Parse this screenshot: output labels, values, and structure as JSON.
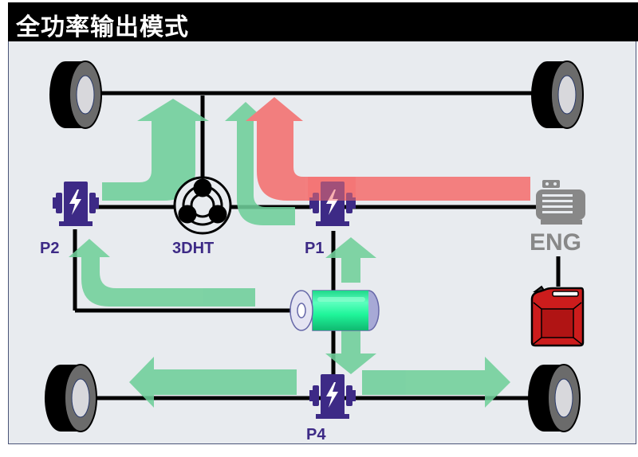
{
  "title": "全功率输出模式",
  "colors": {
    "title_bg": "#000000",
    "panel_bg": "#e8ebef",
    "electric_flow": "#6fcf9a",
    "engine_flow": "#f46f6f",
    "motor": "#3d2a86",
    "engine": "#888888",
    "fuel_can": "#cc1c1c",
    "battery": "#22f09a"
  },
  "components": {
    "p2": {
      "label": "P2",
      "icon": "electric-motor-icon"
    },
    "p1": {
      "label": "P1",
      "icon": "electric-motor-icon"
    },
    "p4": {
      "label": "P4",
      "icon": "electric-motor-icon"
    },
    "dht": {
      "label": "3DHT",
      "icon": "planetary-gear-icon"
    },
    "engine": {
      "label": "ENG",
      "icon": "engine-icon"
    },
    "fuel": {
      "icon": "fuel-can-icon"
    },
    "battery": {
      "icon": "battery-icon"
    }
  },
  "wheels": [
    {
      "position": "front-left",
      "icon": "wheel-icon"
    },
    {
      "position": "front-right",
      "icon": "wheel-icon"
    },
    {
      "position": "rear-left",
      "icon": "wheel-icon"
    },
    {
      "position": "rear-right",
      "icon": "wheel-icon"
    }
  ],
  "flows": [
    {
      "from": "P2",
      "to": "front-axle",
      "type": "electric"
    },
    {
      "from": "P1",
      "to": "front-axle",
      "type": "electric"
    },
    {
      "from": "engine",
      "to": "front-axle",
      "type": "engine"
    },
    {
      "from": "battery",
      "to": "P2",
      "type": "electric"
    },
    {
      "from": "battery",
      "to": "P1",
      "type": "electric"
    },
    {
      "from": "battery",
      "to": "P4",
      "type": "electric"
    },
    {
      "from": "P4",
      "to": "rear-left",
      "type": "electric"
    },
    {
      "from": "P4",
      "to": "rear-right",
      "type": "electric"
    }
  ]
}
